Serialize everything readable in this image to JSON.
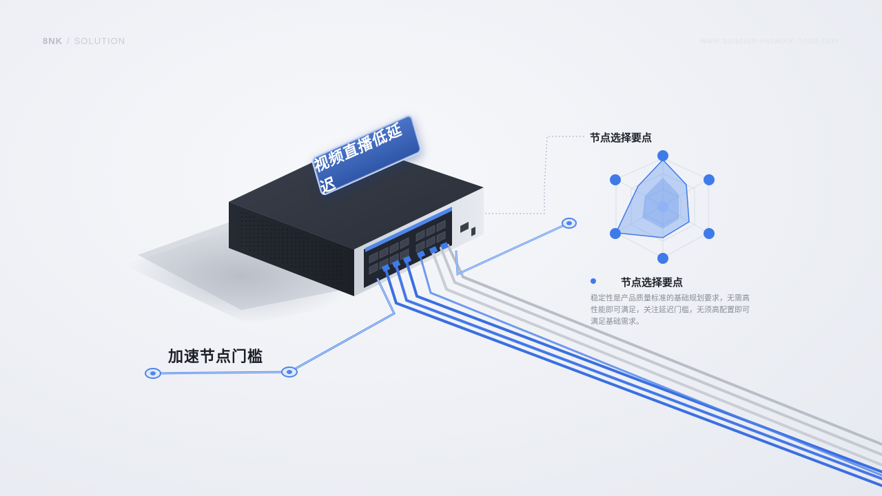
{
  "header": {
    "brand": "8NK",
    "separator": "/",
    "section": "SOLUTION",
    "right_text": "www.solution-network-node.com"
  },
  "device": {
    "sign_text": "视频直播低延迟"
  },
  "labels": {
    "main_label": "加速节点门槛"
  },
  "radar": {
    "title": "节点选择要点",
    "axes_count": 6
  },
  "info": {
    "subtitle": "节点选择要点",
    "description": "稳定性是产品质量标准的基础规划要求，无需高性能即可满足，关注延迟门槛，无须高配置即可满足基础需求。"
  },
  "colors": {
    "accent": "#3f7be8",
    "cable_blue": "#3a6fe0",
    "cable_gray": "#b9bec8",
    "device_dark": "#2b2f38"
  }
}
